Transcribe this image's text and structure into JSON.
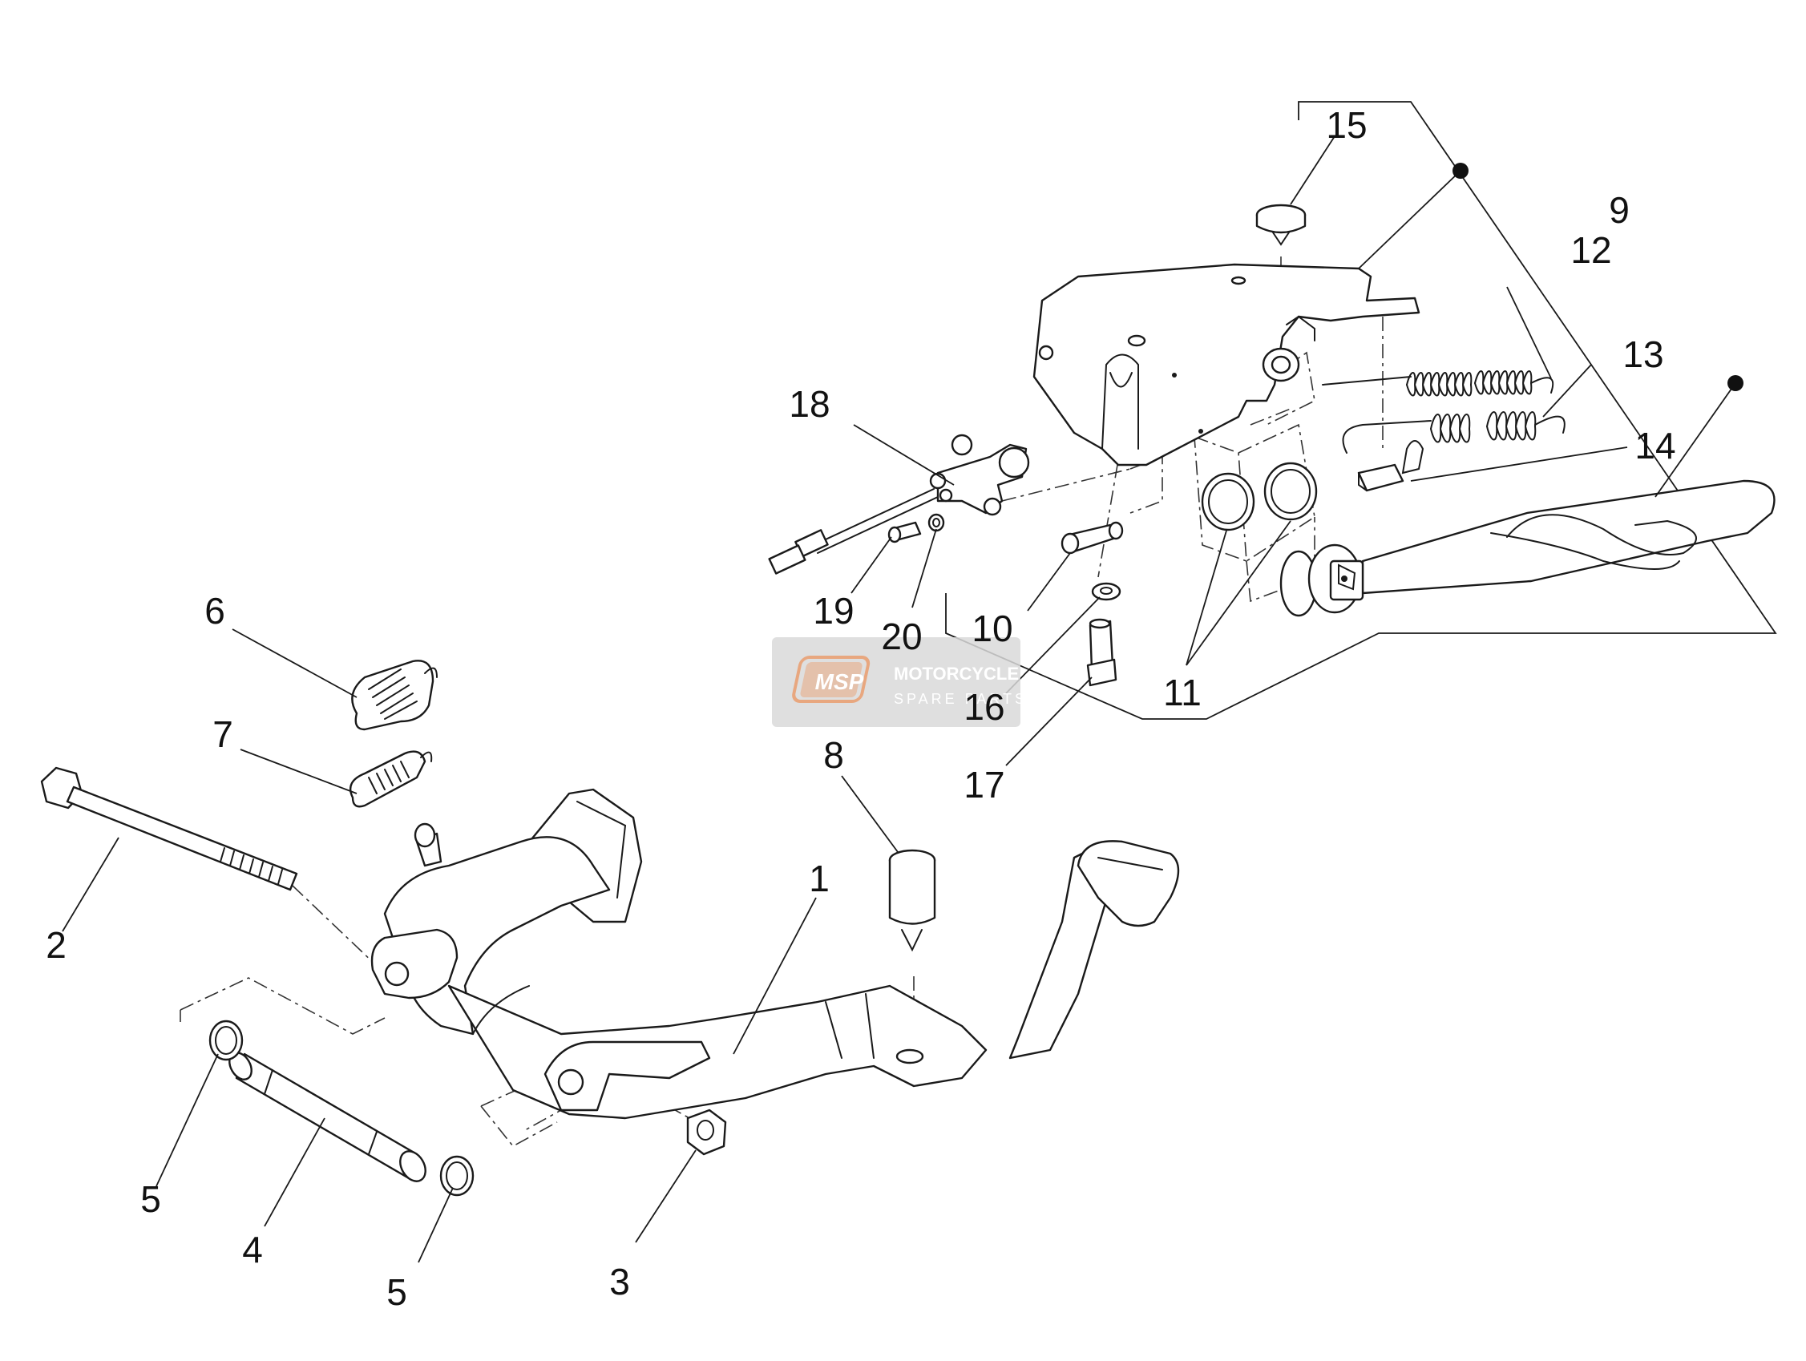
{
  "callouts": {
    "c1": "1",
    "c2": "2",
    "c3": "3",
    "c4": "4",
    "c5a": "5",
    "c5b": "5",
    "c6": "6",
    "c7": "7",
    "c8": "8",
    "c9": "9",
    "c10": "10",
    "c11": "11",
    "c12": "12",
    "c13": "13",
    "c14": "14",
    "c15": "15",
    "c16": "16",
    "c17": "17",
    "c18": "18",
    "c19": "19",
    "c20": "20"
  },
  "watermark": {
    "logo": "MSP",
    "line1": "MOTORCYCLE",
    "line2": "SPARE PARTS",
    "badge_color": "#e8a77f",
    "panel_color": "#d9d9d9"
  },
  "colors": {
    "line": "#1a1a1a",
    "background": "#ffffff"
  }
}
